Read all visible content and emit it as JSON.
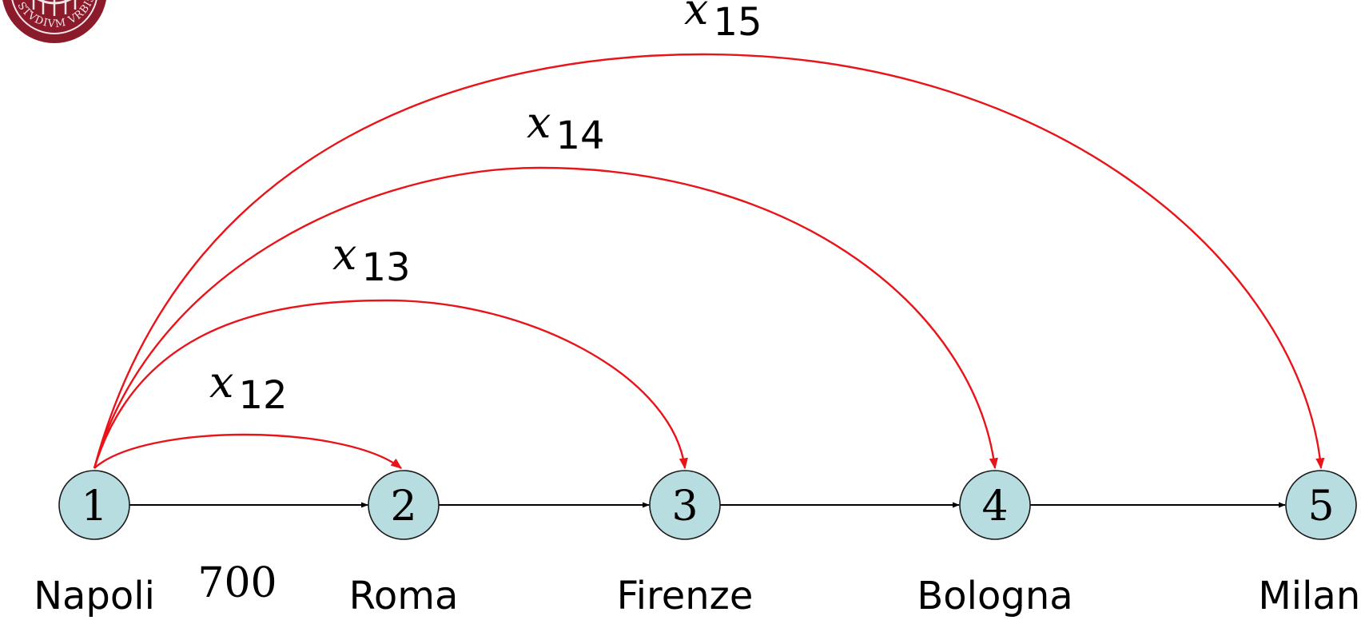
{
  "nodes": [
    {
      "id": "1",
      "label": "1",
      "city": "Napoli"
    },
    {
      "id": "2",
      "label": "2",
      "city": "Roma"
    },
    {
      "id": "3",
      "label": "3",
      "city": "Firenze"
    },
    {
      "id": "4",
      "label": "4",
      "city": "Bologna"
    },
    {
      "id": "5",
      "label": "5",
      "city": "Milano"
    }
  ],
  "edges": [
    {
      "from": "1",
      "to": "2",
      "weight": "700"
    },
    {
      "from": "2",
      "to": "3"
    },
    {
      "from": "3",
      "to": "4"
    },
    {
      "from": "4",
      "to": "5"
    }
  ],
  "arcs": [
    {
      "from": "1",
      "to": "2",
      "var": "x",
      "sub": "12"
    },
    {
      "from": "1",
      "to": "3",
      "var": "x",
      "sub": "13"
    },
    {
      "from": "1",
      "to": "4",
      "var": "x",
      "sub": "14"
    },
    {
      "from": "1",
      "to": "5",
      "var": "x",
      "sub": "15"
    }
  ],
  "colors": {
    "node_fill": "#b7dde0",
    "arc": "#e8141a",
    "edge": "#000000"
  },
  "logo": {
    "icon": "university-seal-icon",
    "text": "STVDIVM VRBIS"
  }
}
